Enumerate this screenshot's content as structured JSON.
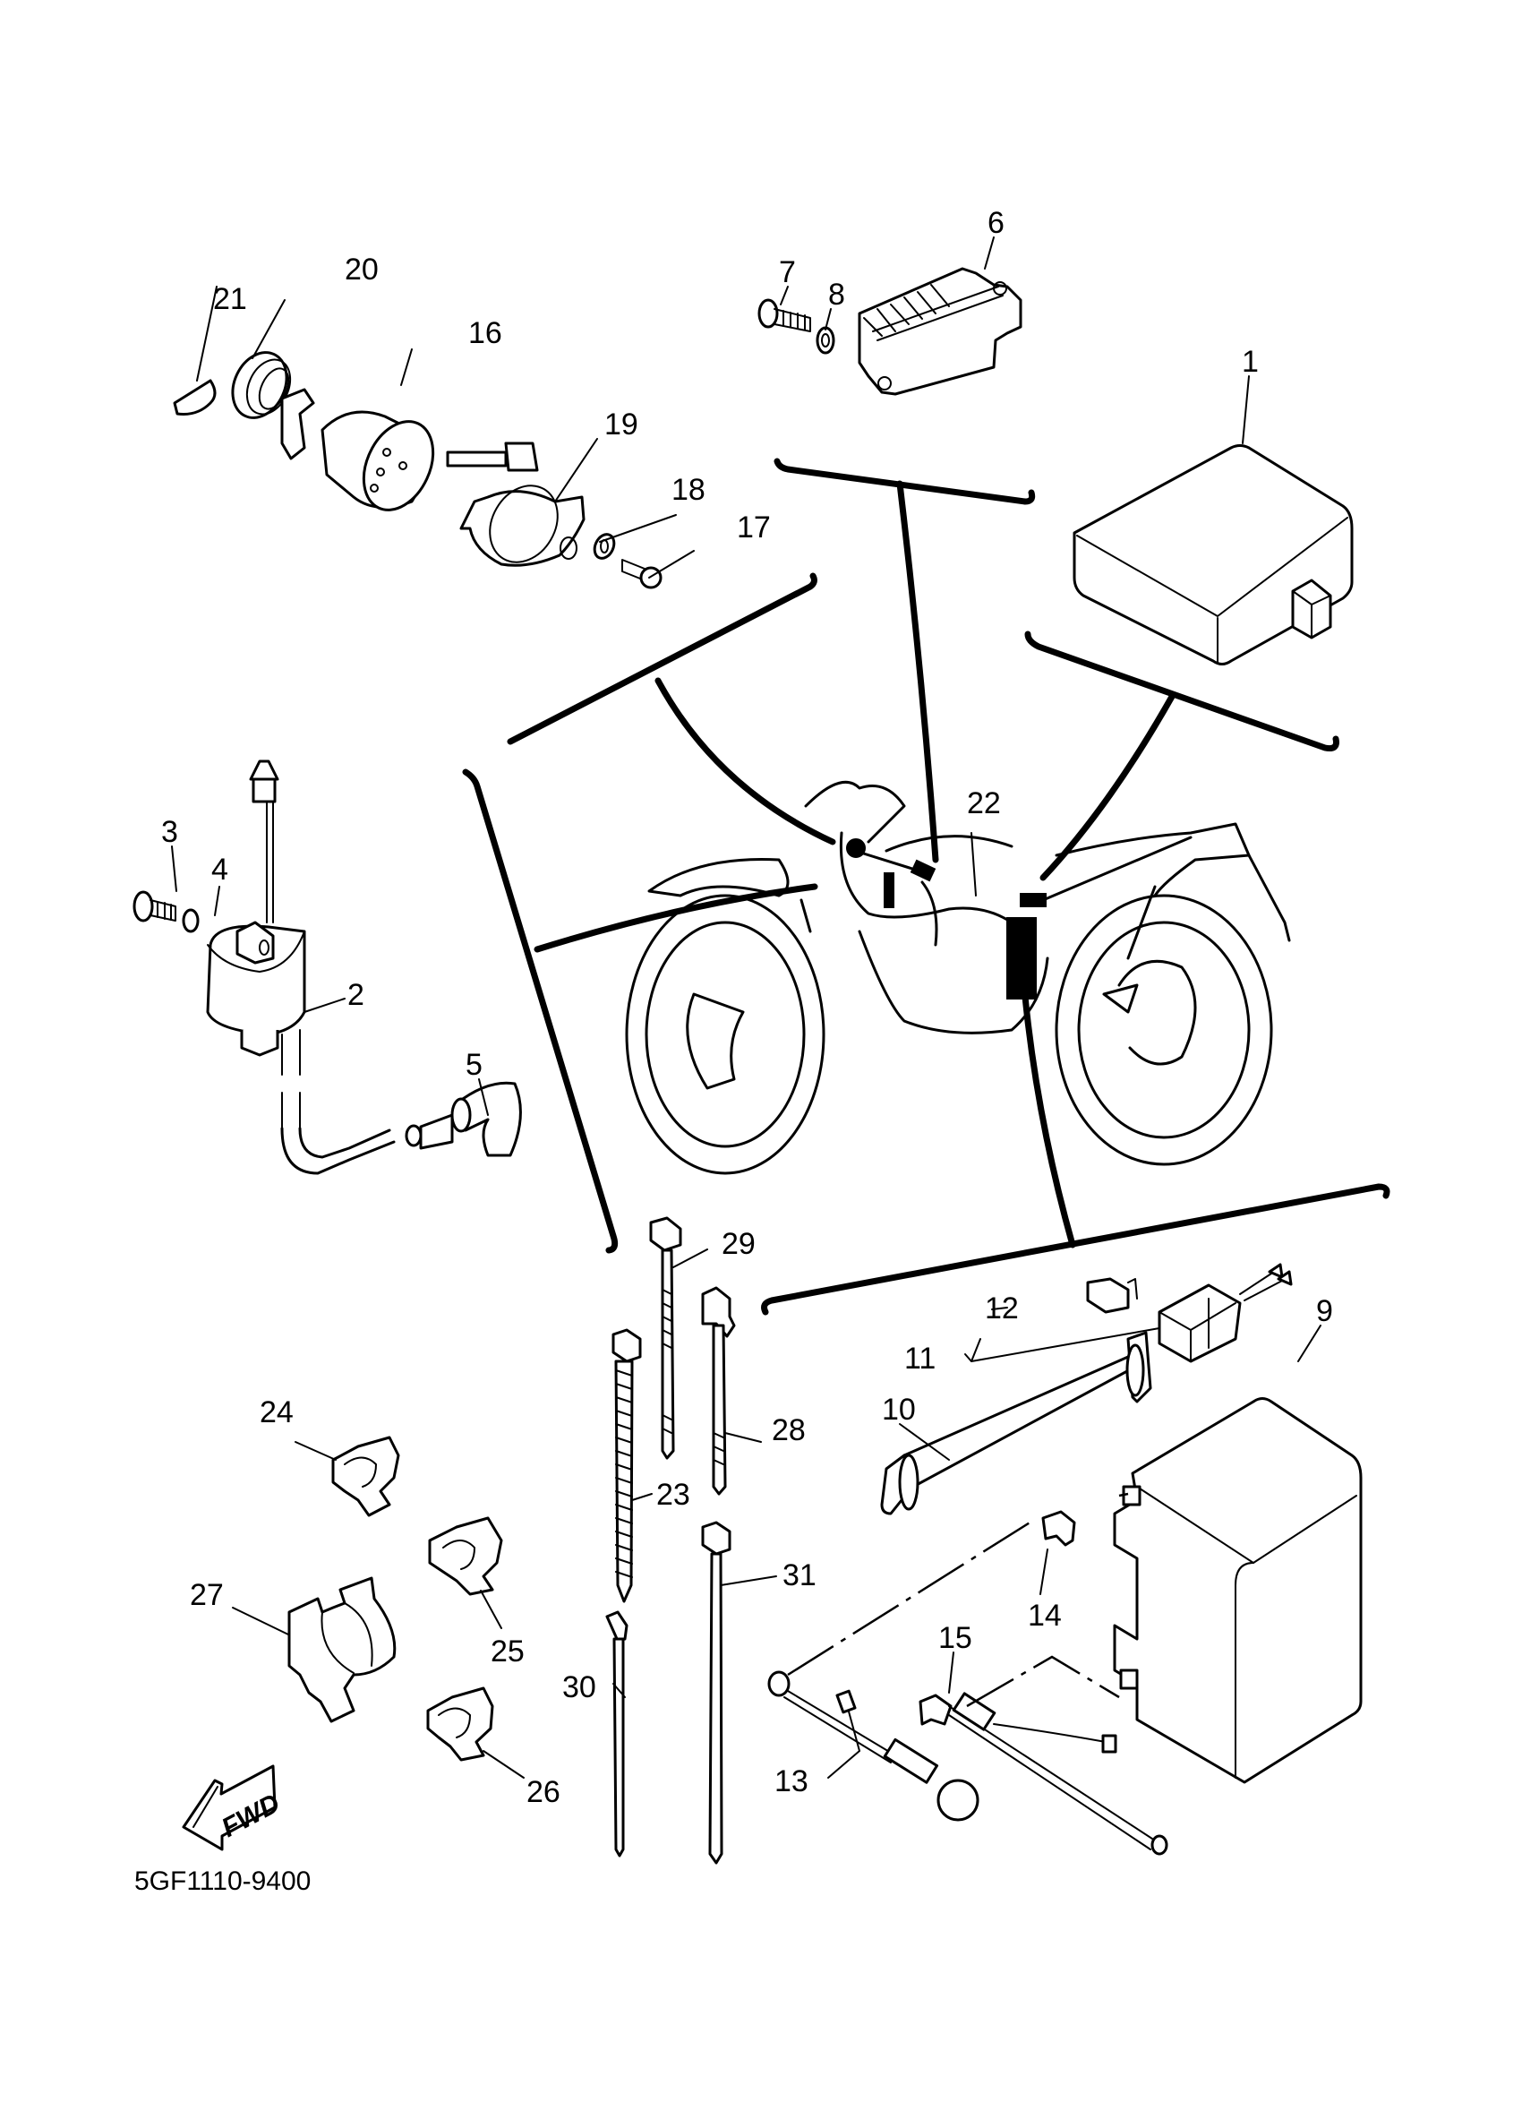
{
  "diagram": {
    "title_code": "5GF1110-9400",
    "direction_label": "FWD",
    "center_callout": "22",
    "parts": [
      {
        "ref": "1",
        "item": "control-unit"
      },
      {
        "ref": "2",
        "item": "ignition-coil"
      },
      {
        "ref": "3",
        "item": "bolt"
      },
      {
        "ref": "4",
        "item": "washer"
      },
      {
        "ref": "5",
        "item": "spark-plug-cap"
      },
      {
        "ref": "6",
        "item": "rectifier-regulator"
      },
      {
        "ref": "7",
        "item": "bolt"
      },
      {
        "ref": "8",
        "item": "washer"
      },
      {
        "ref": "9",
        "item": "battery"
      },
      {
        "ref": "10",
        "item": "battery-band"
      },
      {
        "ref": "11",
        "item": "starter-relay"
      },
      {
        "ref": "12",
        "item": "fuse"
      },
      {
        "ref": "13",
        "item": "battery-negative-lead"
      },
      {
        "ref": "14",
        "item": "terminal-cover"
      },
      {
        "ref": "15",
        "item": "terminal-cover"
      },
      {
        "ref": "16",
        "item": "main-switch"
      },
      {
        "ref": "17",
        "item": "screw"
      },
      {
        "ref": "18",
        "item": "washer"
      },
      {
        "ref": "19",
        "item": "main-switch-cover"
      },
      {
        "ref": "20",
        "item": "grommet"
      },
      {
        "ref": "21",
        "item": "cap"
      },
      {
        "ref": "22",
        "item": "wire-harness"
      },
      {
        "ref": "23",
        "item": "cable-tie"
      },
      {
        "ref": "24",
        "item": "clamp"
      },
      {
        "ref": "25",
        "item": "clamp"
      },
      {
        "ref": "26",
        "item": "clamp"
      },
      {
        "ref": "27",
        "item": "clamp"
      },
      {
        "ref": "28",
        "item": "band"
      },
      {
        "ref": "29",
        "item": "cable-tie"
      },
      {
        "ref": "30",
        "item": "cable-tie"
      },
      {
        "ref": "31",
        "item": "cable-tie"
      }
    ]
  }
}
